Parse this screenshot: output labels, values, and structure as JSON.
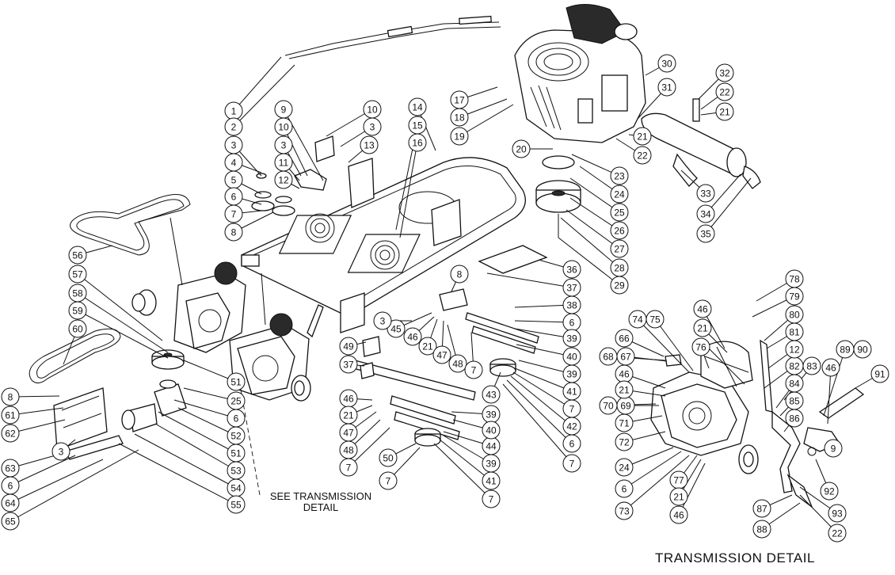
{
  "balloons": [
    "1",
    "2",
    "3",
    "4",
    "5",
    "6",
    "7",
    "8",
    "9",
    "10",
    "11",
    "12",
    "13",
    "14",
    "15",
    "16",
    "17",
    "18",
    "19",
    "20",
    "21",
    "22",
    "23",
    "24",
    "25",
    "26",
    "27",
    "28",
    "29",
    "30",
    "31",
    "32",
    "33",
    "34",
    "35",
    "36",
    "37",
    "38",
    "39",
    "40",
    "41",
    "42",
    "43",
    "44",
    "45",
    "46",
    "47",
    "48",
    "49",
    "50",
    "51",
    "52",
    "53",
    "54",
    "55",
    "56",
    "57",
    "58",
    "59",
    "60",
    "61",
    "62",
    "63",
    "64",
    "65",
    "66",
    "67",
    "68",
    "69",
    "70",
    "71",
    "72",
    "73",
    "74",
    "75",
    "76",
    "77",
    "78",
    "79",
    "80",
    "81",
    "82",
    "83",
    "84",
    "85",
    "86",
    "87",
    "88",
    "89",
    "90",
    "91",
    "92",
    "93"
  ],
  "labels": {
    "see_transmission_line1": "SEE TRANSMISSION",
    "see_transmission_line2": "DETAIL",
    "transmission_detail_title": "TRANSMISSION DETAIL"
  }
}
